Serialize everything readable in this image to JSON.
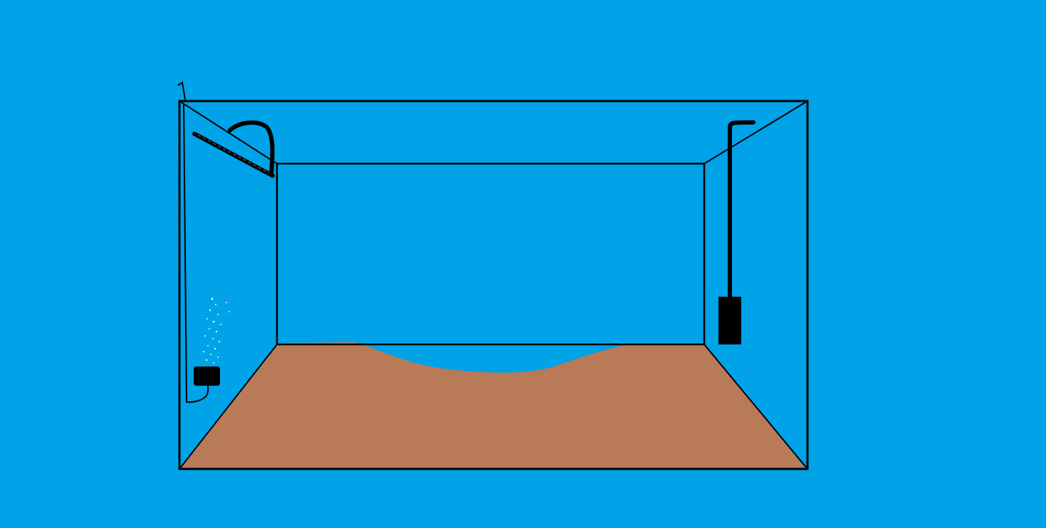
{
  "scene": {
    "background_color": "#00a2e8",
    "outline_color": "#000000",
    "substrate_color": "#b97a57",
    "bubble_color": "#ffffff",
    "objects": [
      "aquarium-tank",
      "sand-substrate",
      "air-stone",
      "air-bubbles",
      "airline-tubing",
      "light-bar",
      "water-pump-intake",
      "internal-filter"
    ]
  }
}
